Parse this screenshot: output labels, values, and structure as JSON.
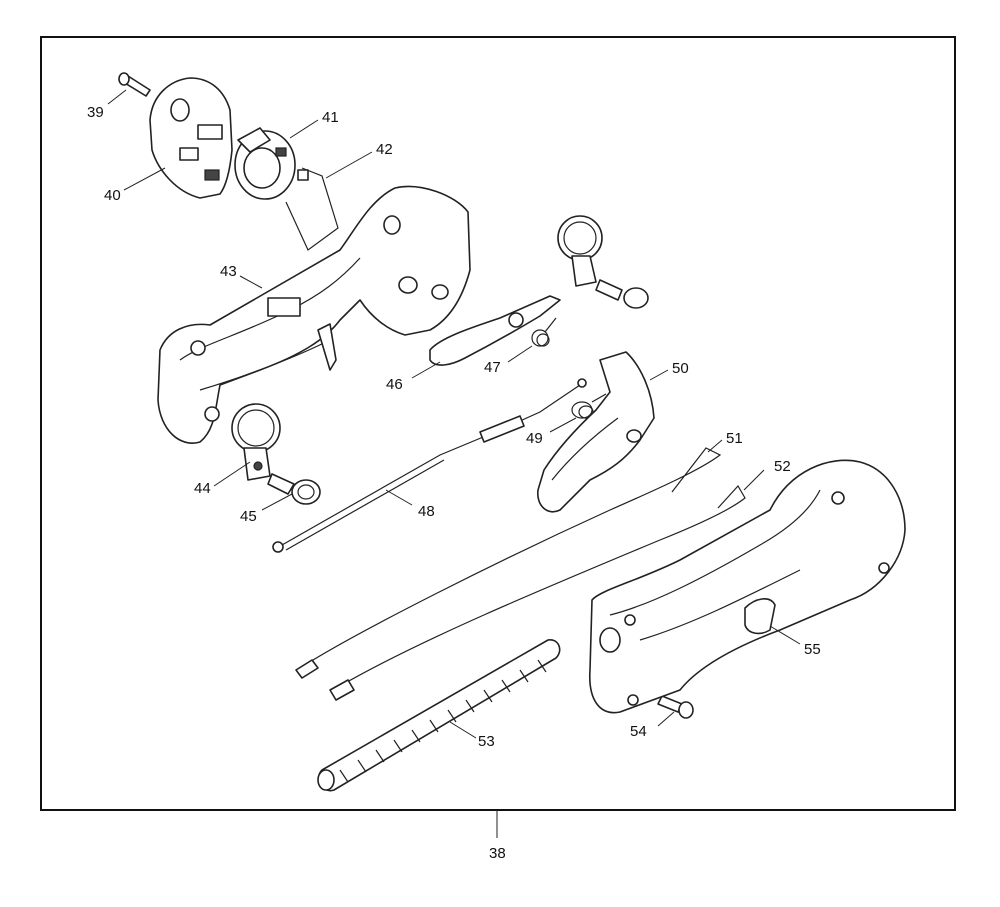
{
  "labels": {
    "p38": "38",
    "p39": "39",
    "p40": "40",
    "p41": "41",
    "p42": "42",
    "p43": "43",
    "p44": "44",
    "p45": "45",
    "p46": "46",
    "p47": "47",
    "p48": "48",
    "p49": "49",
    "p50": "50",
    "p51": "51",
    "p52": "52",
    "p53": "53",
    "p54": "54",
    "p55": "55"
  }
}
